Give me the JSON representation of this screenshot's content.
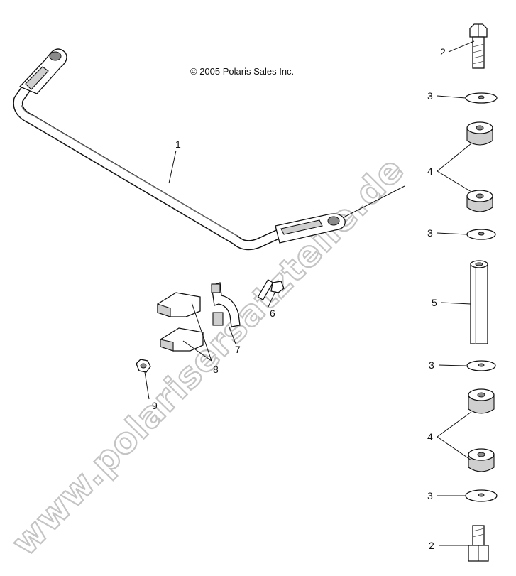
{
  "copyright": "© 2005 Polaris Sales Inc.",
  "watermark": "www.polarisersatzteile.de",
  "callouts": {
    "c1": "1",
    "c2_top": "2",
    "c3_a": "3",
    "c4_top": "4",
    "c3_b": "3",
    "c5": "5",
    "c3_c": "3",
    "c4_bottom": "4",
    "c3_d": "3",
    "c2_bottom": "2",
    "c6": "6",
    "c7": "7",
    "c8": "8",
    "c9": "9"
  }
}
